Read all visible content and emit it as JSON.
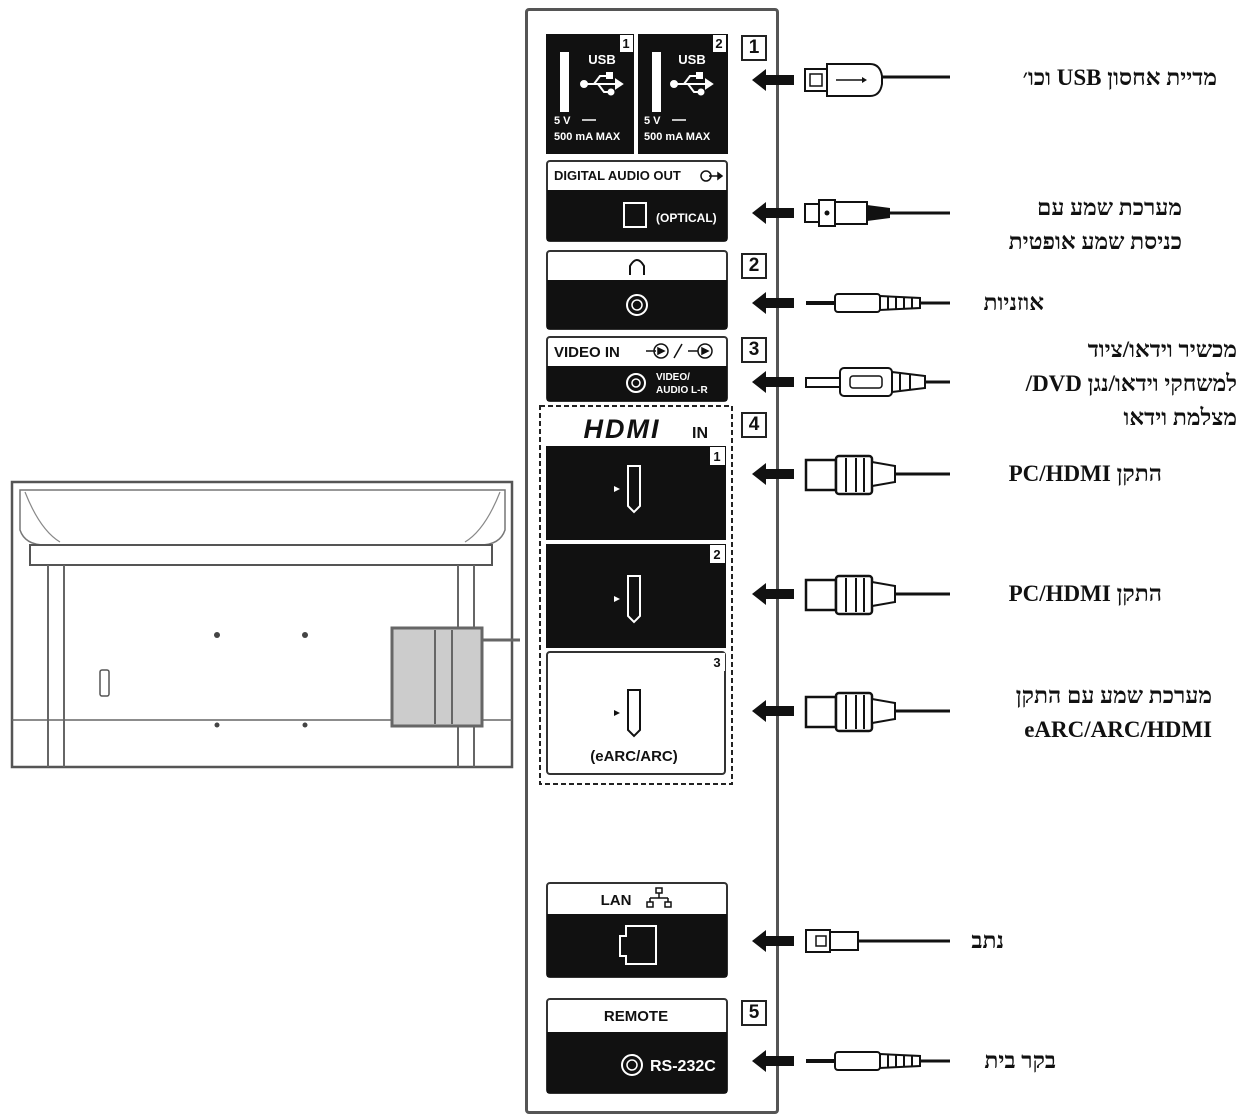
{
  "ports": {
    "usb": {
      "name": "USB",
      "port1": "1",
      "port2": "2",
      "voltage": "5 V",
      "current": "500 mA MAX"
    },
    "optical": {
      "title": "DIGITAL AUDIO OUT",
      "label": "(OPTICAL)"
    },
    "video_in": {
      "title": "VIDEO IN",
      "label_line1": "VIDEO/",
      "label_line2": "AUDIO L-R"
    },
    "hdmi": {
      "logo": "HDMI",
      "suffix": "IN",
      "port1": "1",
      "port2": "2",
      "port3": "3",
      "earc": "(eARC/ARC)"
    },
    "lan": {
      "title": "LAN"
    },
    "remote": {
      "title": "REMOTE",
      "label": "RS-232C"
    }
  },
  "callouts": {
    "c1": "1",
    "c2": "2",
    "c3": "3",
    "c4": "4",
    "c5": "5"
  },
  "labels": {
    "usb": "מדיית אחסון USB וכו׳",
    "optical_line1": "מערכת שמע עם",
    "optical_line2": "כניסת שמע אופטית",
    "headphones": "אוזניות",
    "video_line1": "מכשיר וידאו/ציוד",
    "video_line2": "למשחקי וידאו/נגן DVD/",
    "video_line3": "מצלמת וידאו",
    "hdmi1": "התקן PC/HDMI",
    "hdmi2": "התקן PC/HDMI",
    "hdmi3_line1": "מערכת שמע עם התקן",
    "hdmi3_line2": "eARC/ARC/HDMI",
    "lan": "נתב",
    "remote": "בקר בית"
  }
}
